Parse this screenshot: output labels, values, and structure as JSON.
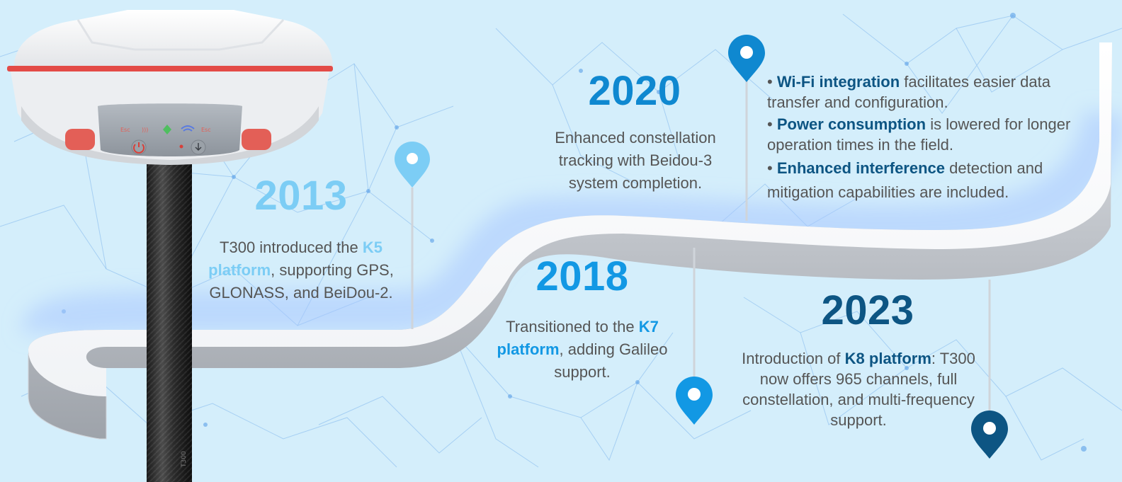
{
  "colors": {
    "background": "#d4eefb",
    "y2013": "#7ccdf5",
    "y2018": "#1298e4",
    "y2020": "#0f88d0",
    "y2023": "#0d5583",
    "text": "#555555"
  },
  "device": {
    "icons": [
      "esc-icon",
      "signal-icon",
      "satellite-icon",
      "wifi-icon",
      "esc-icon",
      "power-icon",
      "download-icon"
    ],
    "label_left": "Esc",
    "label_right": "Esc"
  },
  "milestones": {
    "y2013": {
      "year": "2013",
      "pre": "T300 introduced the ",
      "hl": "K5 platform",
      "post": ", supporting GPS, GLONASS, and BeiDou-2."
    },
    "y2018": {
      "year": "2018",
      "pre": "Transitioned to the ",
      "hl": "K7 platform",
      "post": ", adding Galileo support."
    },
    "y2020": {
      "year": "2020",
      "text": "Enhanced constellation tracking with Beidou-3 system completion.",
      "bullets": [
        {
          "hl": "Wi-Fi integration",
          "rest": " facilitates easier data transfer and configuration."
        },
        {
          "hl": "Power consumption",
          "rest": " is lowered for longer operation times in the field."
        },
        {
          "hl": "Enhanced interference",
          "rest": " detection and mitigation capabilities are included."
        }
      ]
    },
    "y2023": {
      "year": "2023",
      "pre": "Introduction of ",
      "hl": "K8 platform",
      "post": ": T300 now offers 965 channels, full constellation, and multi-frequency support."
    }
  }
}
